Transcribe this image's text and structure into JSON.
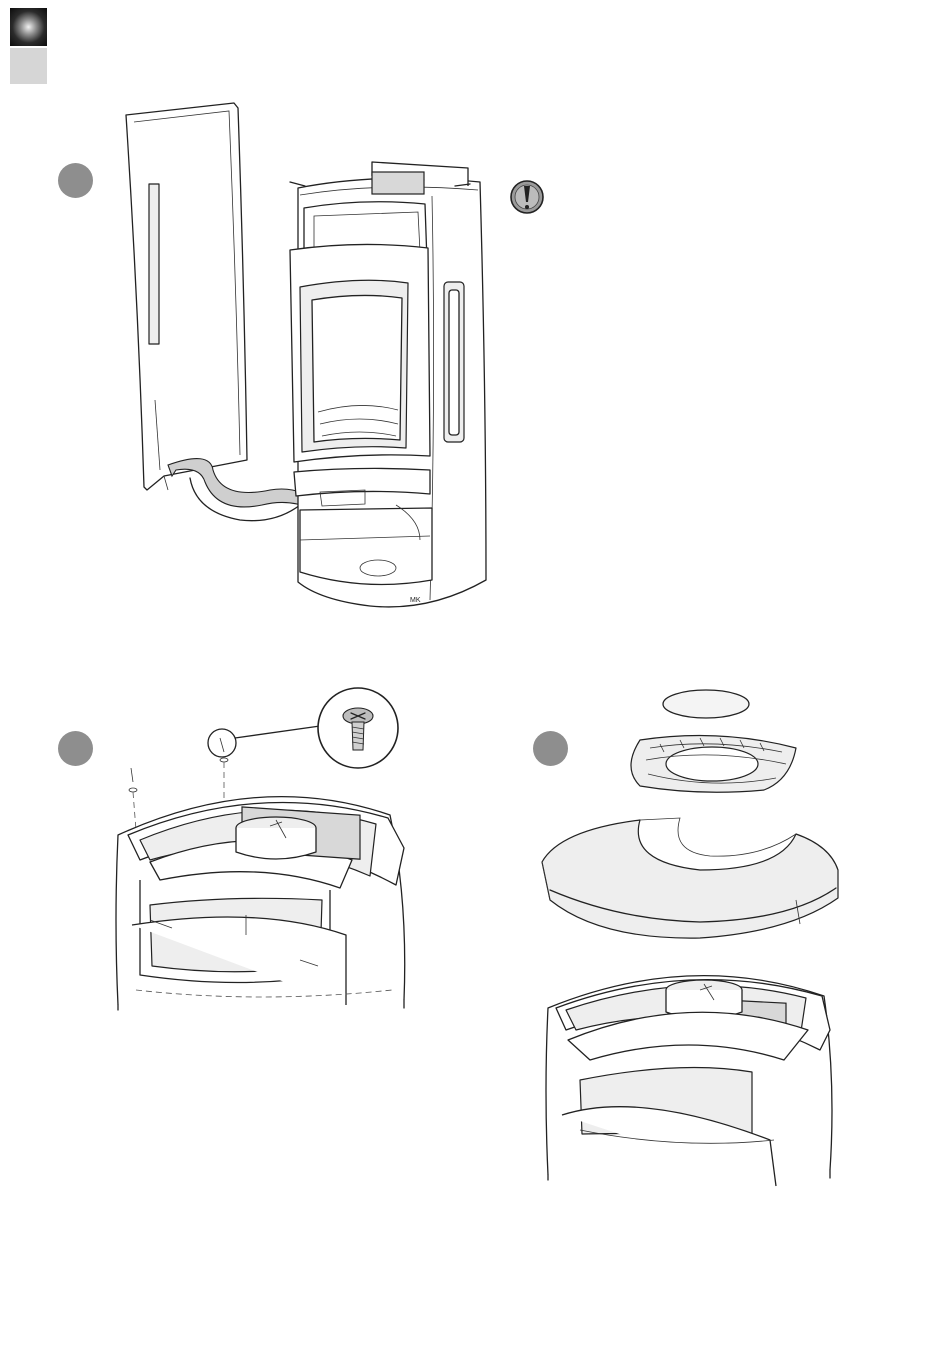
{
  "page": {
    "colors": {
      "step_badge": "#8e8e8e",
      "line": "#222222",
      "stone": "#eeeeee"
    },
    "icons": [
      "exclamation-icon",
      "screw-icon",
      "arrow-icon"
    ]
  },
  "steps": [
    {
      "name": "step-1",
      "label": ""
    },
    {
      "name": "step-2",
      "label": ""
    },
    {
      "name": "step-3",
      "label": ""
    }
  ],
  "stove": {
    "badge_text": "MK"
  }
}
